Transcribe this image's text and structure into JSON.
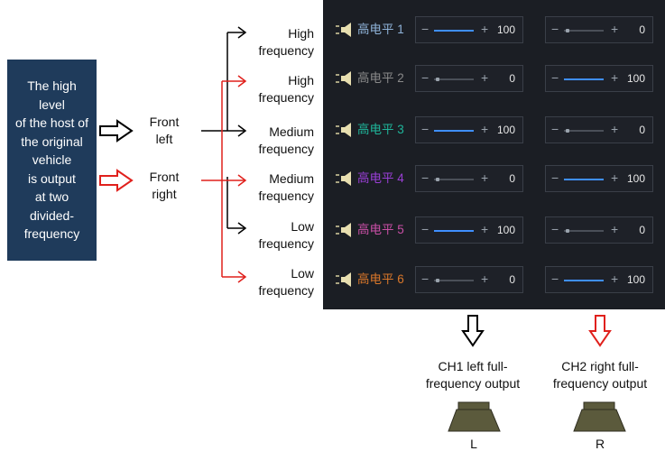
{
  "host_text": "The high\nlevel\nof the host of\nthe original\nvehicle\nis output\nat two\ndivided-\nfrequency",
  "front_left": "Front\nleft",
  "front_right": "Front\nright",
  "freq_labels": [
    "High\nfrequency",
    "High\nfrequency",
    "Medium\nfrequency",
    "Medium\nfrequency",
    "Low\nfrequency",
    "Low\nfrequency"
  ],
  "channels": [
    {
      "label": "高电平 1",
      "color": "#8fb3d9",
      "left_level": 100,
      "left_value": "100",
      "right_level": 0,
      "right_value": "0"
    },
    {
      "label": "高电平 2",
      "color": "#8a8a8a",
      "left_level": 0,
      "left_value": "0",
      "right_level": 100,
      "right_value": "100"
    },
    {
      "label": "高电平 3",
      "color": "#1fb59a",
      "left_level": 100,
      "left_value": "100",
      "right_level": 0,
      "right_value": "0"
    },
    {
      "label": "高电平 4",
      "color": "#9a3fd6",
      "left_level": 0,
      "left_value": "0",
      "right_level": 100,
      "right_value": "100"
    },
    {
      "label": "高电平 5",
      "color": "#c94fa6",
      "left_level": 100,
      "left_value": "100",
      "right_level": 0,
      "right_value": "0"
    },
    {
      "label": "高电平 6",
      "color": "#d9772a",
      "left_level": 0,
      "left_value": "0",
      "right_level": 100,
      "right_value": "100"
    }
  ],
  "minus_symbol": "−",
  "plus_symbol": "+",
  "ch1_output": "CH1 left full-\nfrequency output",
  "ch2_output": "CH2 right full-\nfrequency output",
  "speaker_left": "L",
  "speaker_right": "R",
  "colors": {
    "black_line": "#000000",
    "red_line": "#e0201c",
    "panel_bg": "#1b1e24",
    "host_bg": "#1f3b5b",
    "slider_fill": "#3f8fff",
    "speaker_body": "#5b5a3c"
  }
}
